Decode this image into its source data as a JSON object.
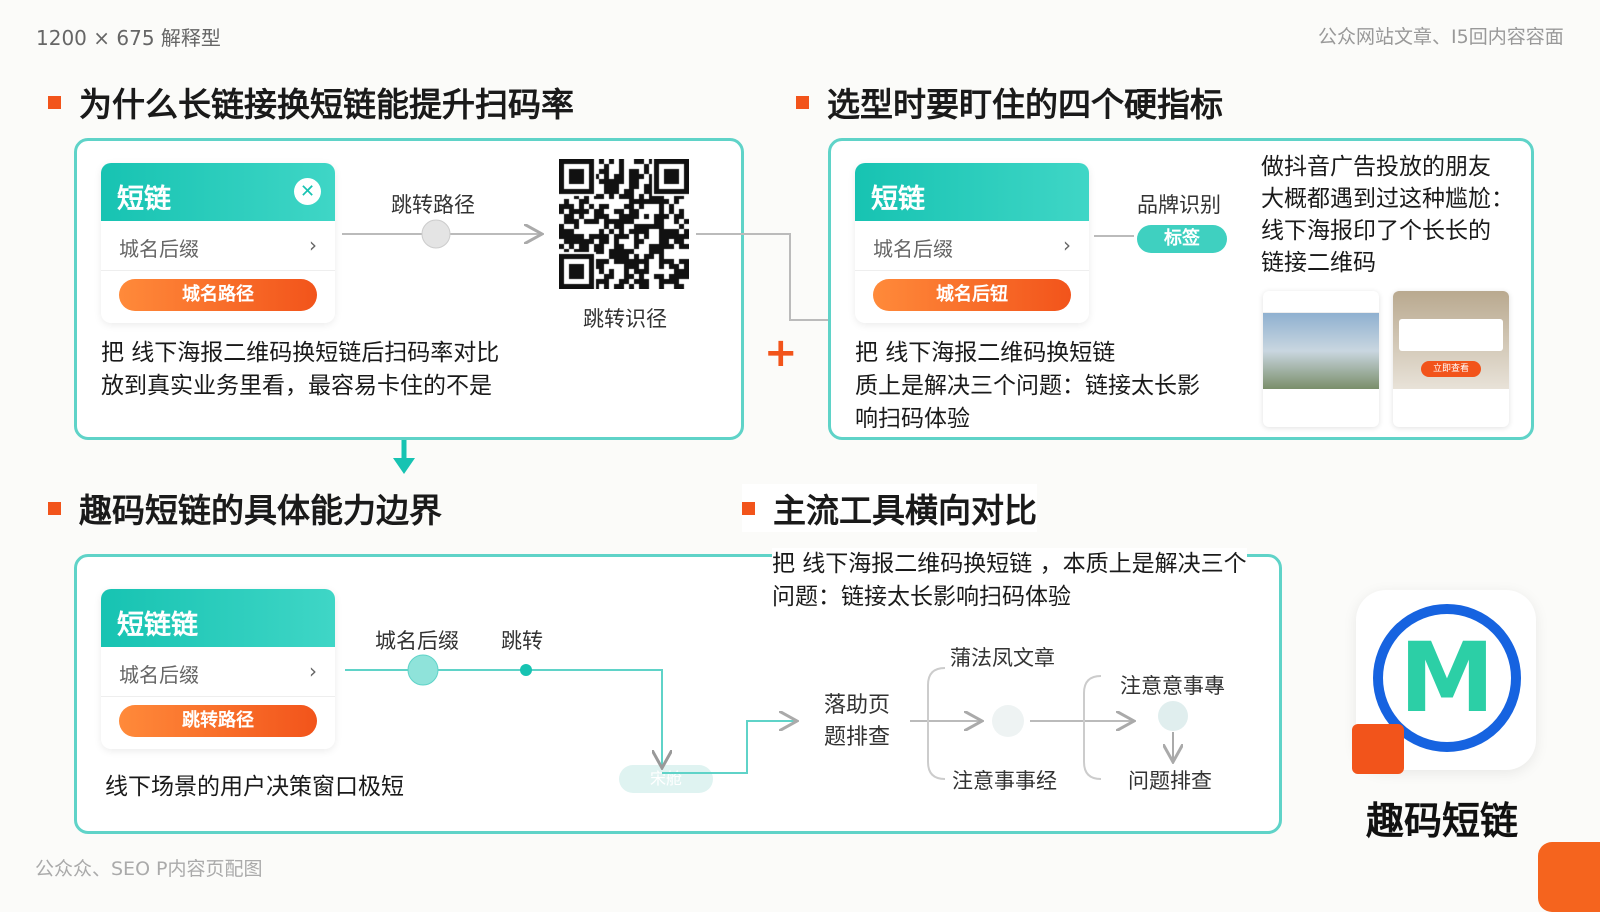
{
  "meta": {
    "top_left": "1200 × 675 解释型",
    "top_right": "公众网站文章、I5回内容容面",
    "footer": "公众众、SEO P内容页配图"
  },
  "colors": {
    "accent": "#f2541b",
    "teal": "#17c3b2",
    "border": "#5fd3c8"
  },
  "s1": {
    "title": "为什么长链接换短链能提升扫码率",
    "card": {
      "header": "短链",
      "row": "城名后缀",
      "button": "城名路径"
    },
    "path_label": "跳转路径",
    "qr_label": "跳转识径",
    "lines": [
      "把 线下海报二维码换短链后扫码率对比",
      "放到真实业务里看，最容易卡住的不是"
    ]
  },
  "s2": {
    "title": "选型时要盯住的四个硬指标",
    "card": {
      "header": "短链",
      "row": "城名后缀",
      "button": "城名后钮"
    },
    "brand_label": "品牌识别",
    "tag": "标签",
    "lines": [
      "把 线下海报二维码换短链",
      "质上是解决三个问题：链接太长影",
      "响扫码体验"
    ],
    "side": [
      "做抖音广告投放的朋友",
      "大概都遇到过这种尴尬：",
      "线下海报印了个长长的",
      "链接二维码"
    ],
    "thumb_button": "立即查看"
  },
  "s3": {
    "title": "趣码短链的具体能力边界",
    "card": {
      "header": "短链链",
      "row": "城名后缀",
      "button": "跳转路径"
    },
    "label_a": "城名后缀",
    "label_b": "跳转",
    "line": "线下场景的用户决策窗口极短",
    "pill": "宋舱"
  },
  "s4": {
    "title": "主流工具横向对比",
    "lines": [
      "把 线下海报二维码换短链 ，本质上是解决三个",
      "问题：链接太长影响扫码体验"
    ],
    "flow": {
      "start": [
        "落助页",
        "题排查"
      ],
      "top1": "蒲法凤文章",
      "bottom1": "注意事事经",
      "top2": "注意意事專",
      "bottom2": "问题排查"
    }
  },
  "brand": {
    "name": "趣码短链",
    "logo_letter": "M"
  }
}
